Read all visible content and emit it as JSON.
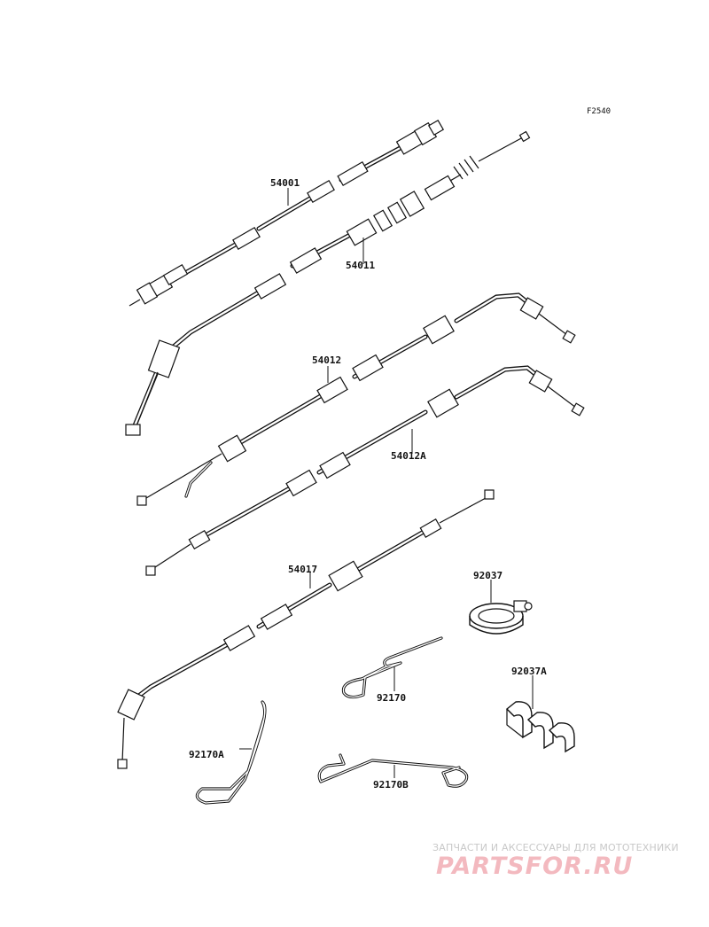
{
  "figure_code": "F2540",
  "labels": {
    "p54001": "54001",
    "p54011": "54011",
    "p54012": "54012",
    "p54012A": "54012A",
    "p54017": "54017",
    "p92037": "92037",
    "p92037A": "92037A",
    "p92170": "92170",
    "p92170A": "92170A",
    "p92170B": "92170B"
  },
  "watermark": {
    "tagline": "ЗАПЧАСТИ И АКСЕССУАРЫ ДЛЯ МОТОТЕХНИКИ",
    "logo": "PARTSFOR.RU"
  }
}
